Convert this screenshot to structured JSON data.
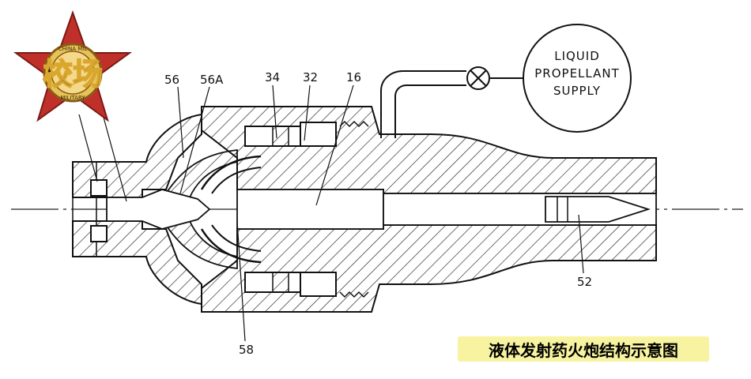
{
  "logo": {
    "text": "校场",
    "ring_top": "CHINA MIL",
    "ring_bottom": "MILITARY"
  },
  "supply": {
    "line1": "LIQUID",
    "line2": "PROPELLANT",
    "line3": "SUPPLY"
  },
  "labels": {
    "l56": "56",
    "l56a": "56A",
    "l34": "34",
    "l32": "32",
    "l16": "16",
    "l52": "52",
    "l58": "58"
  },
  "caption": "液体发射药火炮结构示意图",
  "colors": {
    "caption_bg": "#f7f3a0",
    "logo_red": "#c0302a",
    "logo_gold": "#d9a62e"
  }
}
